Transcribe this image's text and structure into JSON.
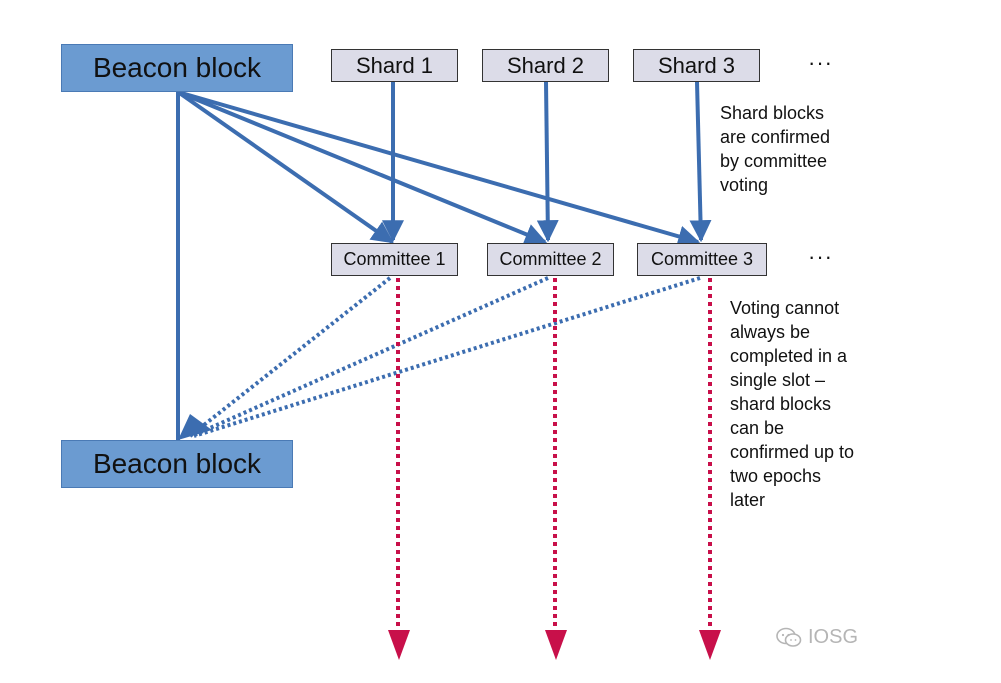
{
  "beacon_top": {
    "label": "Beacon block"
  },
  "beacon_bottom": {
    "label": "Beacon block"
  },
  "shards": [
    {
      "label": "Shard 1"
    },
    {
      "label": "Shard 2"
    },
    {
      "label": "Shard 3"
    }
  ],
  "committees": [
    {
      "label": "Committee 1"
    },
    {
      "label": "Committee 2"
    },
    {
      "label": "Committee 3"
    }
  ],
  "ellipsis": "···",
  "notes": {
    "shard_confirm": "Shard blocks\nare confirmed\nby committee\nvoting",
    "voting_delay": "Voting cannot\nalways be\ncompleted in a\nsingle slot –\nshard blocks\ncan be\nconfirmed up to\ntwo epochs\nlater"
  },
  "watermark": {
    "icon": "wechat-icon",
    "text": "IOSG"
  },
  "colors": {
    "beacon_fill": "#6b9bd1",
    "arrow_blue": "#3c6db0",
    "arrow_red": "#c8104a",
    "box_fill": "#dcdce8"
  }
}
